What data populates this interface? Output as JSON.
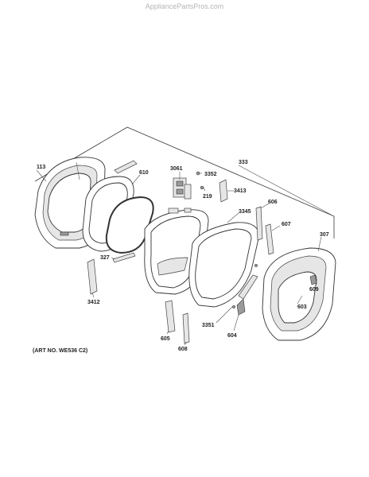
{
  "watermark": "AppliancePartsPros.com",
  "art_number": "(ART NO. WE536 C2)",
  "callouts": {
    "p113": "113",
    "p610": "610",
    "p3061": "3061",
    "p3352": "3352",
    "p333": "333",
    "p219": "219",
    "p3413": "3413",
    "p3345": "3345",
    "p606": "606",
    "p607": "607",
    "p307": "307",
    "p327": "327",
    "p3412": "3412",
    "p609": "609",
    "p603": "603",
    "p3351": "3351",
    "p605": "605",
    "p604": "604",
    "p608": "608"
  }
}
